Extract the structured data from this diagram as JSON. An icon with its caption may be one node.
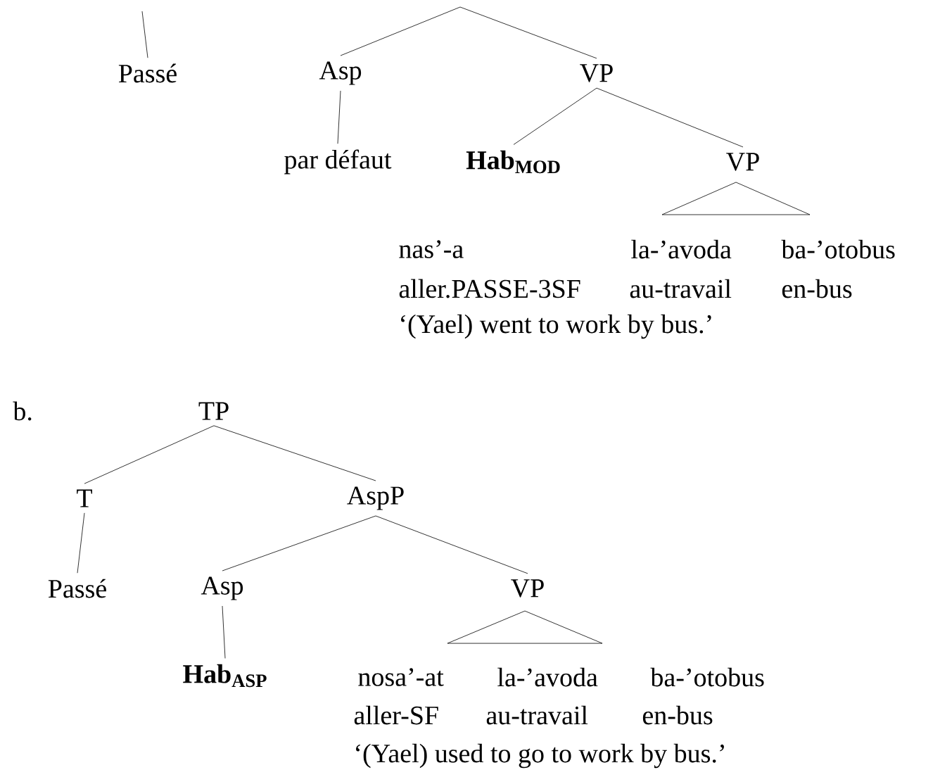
{
  "diagram": {
    "nodes": [
      {
        "text": [
          "Passé"
        ]
      },
      {
        "text": [
          "Asp"
        ]
      },
      {
        "text": [
          "VP"
        ]
      },
      {
        "text": [
          "par défaut"
        ]
      },
      {
        "text": [
          "Hab$_{MOD}$"
        ]
      },
      {
        "text": [
          "VP"
        ]
      },
      {
        "text": [],
        "shape": "triangle"
      },
      {
        "text": [
          "TP"
        ]
      },
      {
        "text": [
          "T"
        ]
      },
      {
        "text": [
          "AspP"
        ]
      },
      {
        "text": [
          "Passé"
        ]
      },
      {
        "text": [
          "Asp"
        ]
      },
      {
        "text": [
          "VP"
        ]
      },
      {
        "text": [],
        "shape": "triangle"
      },
      {
        "text": [
          "Hab$_{ASP}$"
        ]
      }
    ],
    "edges": [
      {
        "from": null,
        "to": 0,
        "arrow": "none"
      },
      {
        "from": null,
        "to": 1,
        "arrow": "none"
      },
      {
        "from": null,
        "to": 2,
        "arrow": "none"
      },
      {
        "from": 1,
        "to": 3,
        "arrow": "none"
      },
      {
        "from": 2,
        "to": 4,
        "arrow": "none"
      },
      {
        "from": 2,
        "to": 5,
        "arrow": "none"
      },
      {
        "from": 7,
        "to": 8,
        "arrow": "none"
      },
      {
        "from": 7,
        "to": 9,
        "arrow": "none"
      },
      {
        "from": 8,
        "to": 10,
        "arrow": "none"
      },
      {
        "from": 9,
        "to": 11,
        "arrow": "none"
      },
      {
        "from": 9,
        "to": 12,
        "arrow": "none"
      },
      {
        "from": 11,
        "to": 14,
        "arrow": "none"
      }
    ],
    "labels": [
      "nas’-a",
      "la-’avoda",
      "ba-’otobus",
      "aller.PASSE-3SF",
      "au-travail",
      "en-bus",
      "‘(Yael) went to work by bus.’",
      "b.",
      "nosa’-at",
      "la-’avoda",
      "ba-’otobus",
      "aller-SF",
      "au-travail",
      "en-bus",
      "‘(Yael) used to go to work by bus.’"
    ]
  }
}
